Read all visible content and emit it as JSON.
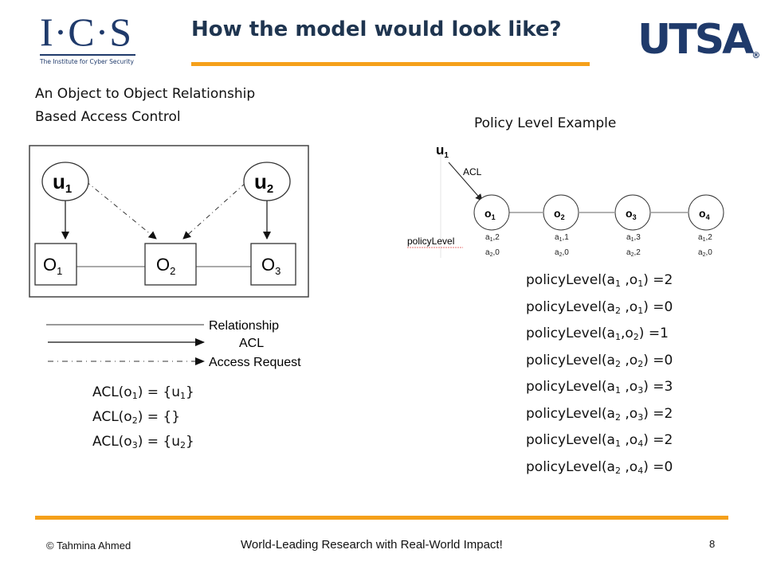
{
  "header": {
    "ics_logo": {
      "letters": "I·C·S",
      "subtitle": "The Institute for Cyber Security"
    },
    "title": "How the model would look like?",
    "utsa_logo": {
      "text": "UTSA",
      "mark": "®"
    }
  },
  "left": {
    "subtitle_line1": "An Object to Object Relationship",
    "subtitle_line2": "Based Access Control",
    "diagram": {
      "users": [
        {
          "base": "u",
          "sub": "1"
        },
        {
          "base": "u",
          "sub": "2"
        }
      ],
      "objects": [
        {
          "base": "O",
          "sub": "1"
        },
        {
          "base": "O",
          "sub": "2"
        },
        {
          "base": "O",
          "sub": "3"
        }
      ]
    },
    "legend": {
      "relationship": "Relationship",
      "acl": "ACL",
      "access_request": "Access Request"
    },
    "acl_list": [
      {
        "pre": "ACL(o",
        "s1": "1",
        "mid": ") = {u",
        "s2": "1",
        "post": "}"
      },
      {
        "pre": "ACL(o",
        "s1": "2",
        "mid": ") = {}",
        "s2": "",
        "post": ""
      },
      {
        "pre": "ACL(o",
        "s1": "3",
        "mid": ") = {u",
        "s2": "2",
        "post": "}"
      }
    ]
  },
  "right": {
    "policy_example_label": "Policy Level Example",
    "diagram": {
      "user": {
        "base": "u",
        "sub": "1"
      },
      "acl_label": "ACL",
      "policy_label": "policyLevel",
      "objects": [
        {
          "base": "o",
          "sub": "1",
          "a1": "2",
          "a2": "0"
        },
        {
          "base": "o",
          "sub": "2",
          "a1": "1",
          "a2": "0"
        },
        {
          "base": "o",
          "sub": "3",
          "a1": "3",
          "a2": "2"
        },
        {
          "base": "o",
          "sub": "4",
          "a1": "2",
          "a2": "0"
        }
      ]
    },
    "policy_levels": [
      {
        "pre": "policyLevel(a",
        "s1": "1",
        "mid": " ,o",
        "s2": "1",
        "post": ") =2"
      },
      {
        "pre": "policyLevel(a",
        "s1": "2",
        "mid": " ,o",
        "s2": "1",
        "post": ") =0"
      },
      {
        "pre": "policyLevel(a",
        "s1": "1",
        "mid": ",o",
        "s2": "2",
        "post": ") =1"
      },
      {
        "pre": "policyLevel(a",
        "s1": "2",
        "mid": " ,o",
        "s2": "2",
        "post": ") =0"
      },
      {
        "pre": "policyLevel(a",
        "s1": "1",
        "mid": " ,o",
        "s2": "3",
        "post": ") =3"
      },
      {
        "pre": "policyLevel(a",
        "s1": "2",
        "mid": " ,o",
        "s2": "3",
        "post": ") =2"
      },
      {
        "pre": "policyLevel(a",
        "s1": "1",
        "mid": " ,o",
        "s2": "4",
        "post": ") =2"
      },
      {
        "pre": "policyLevel(a",
        "s1": "2",
        "mid": " ,o",
        "s2": "4",
        "post": ") =0"
      }
    ]
  },
  "footer": {
    "author": "© Tahmina Ahmed",
    "tagline": "World-Leading Research with Real-World Impact!",
    "page": "8"
  },
  "colors": {
    "accent": "#f5a01a",
    "navy": "#1f3a6b",
    "title": "#1f3550"
  }
}
